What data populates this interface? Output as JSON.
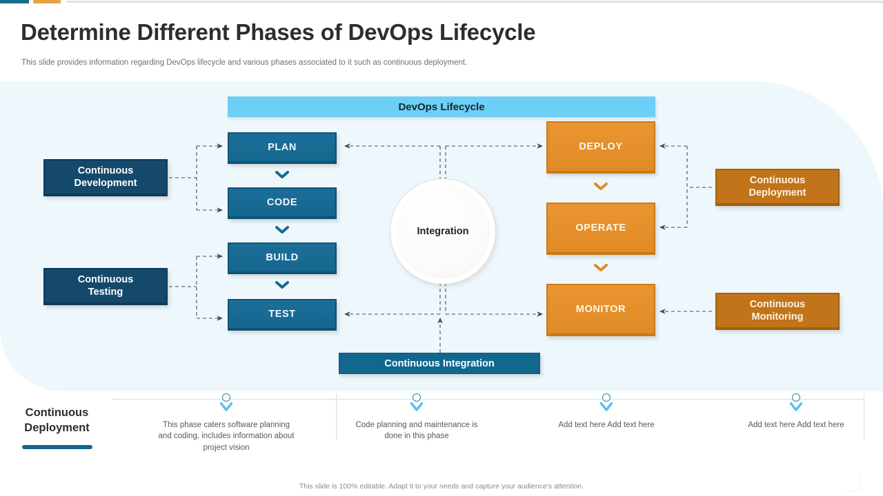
{
  "header": {
    "title": "Determine Different Phases of DevOps Lifecycle",
    "subtitle": "This slide provides information regarding DevOps lifecycle and various phases associated to it such as continuous deployment."
  },
  "diagram": {
    "banner_label": "DevOps Lifecycle",
    "center_node": "Integration",
    "ci_bar_label": "Continuous Integration",
    "left_stages": [
      {
        "label": "PLAN"
      },
      {
        "label": "CODE"
      },
      {
        "label": "BUILD"
      },
      {
        "label": "TEST"
      }
    ],
    "right_stages": [
      {
        "label": "DEPLOY"
      },
      {
        "label": "OPERATE"
      },
      {
        "label": "MONITOR"
      }
    ],
    "left_labels": [
      {
        "line1": "Continuous",
        "line2": "Development"
      },
      {
        "line1": "Continuous",
        "line2": "Testing"
      }
    ],
    "right_labels": [
      {
        "line1": "Continuous",
        "line2": "Deployment"
      },
      {
        "line1": "Continuous",
        "line2": "Monitoring"
      }
    ]
  },
  "timeline": {
    "title_line1": "Continuous",
    "title_line2": "Deployment",
    "items": [
      {
        "text": "This phase caters software planning and coding, includes information about project vision"
      },
      {
        "text": "Code planning and maintenance is done in this phase"
      },
      {
        "text": "Add text here\nAdd text here"
      },
      {
        "text": "Add text here\nAdd text here"
      }
    ]
  },
  "footer": {
    "note": "This slide is 100% editable.  Adapt it to your needs and capture your audience's attention."
  },
  "colors": {
    "panel_bg": "#eef7fb",
    "banner": "#6ecff6",
    "blue": "#1c6e99",
    "orange": "#eb9530",
    "navy": "#15496c",
    "brown": "#c2741a",
    "accent_teal": "#1b6b8c",
    "accent_orange": "#e5a443"
  }
}
